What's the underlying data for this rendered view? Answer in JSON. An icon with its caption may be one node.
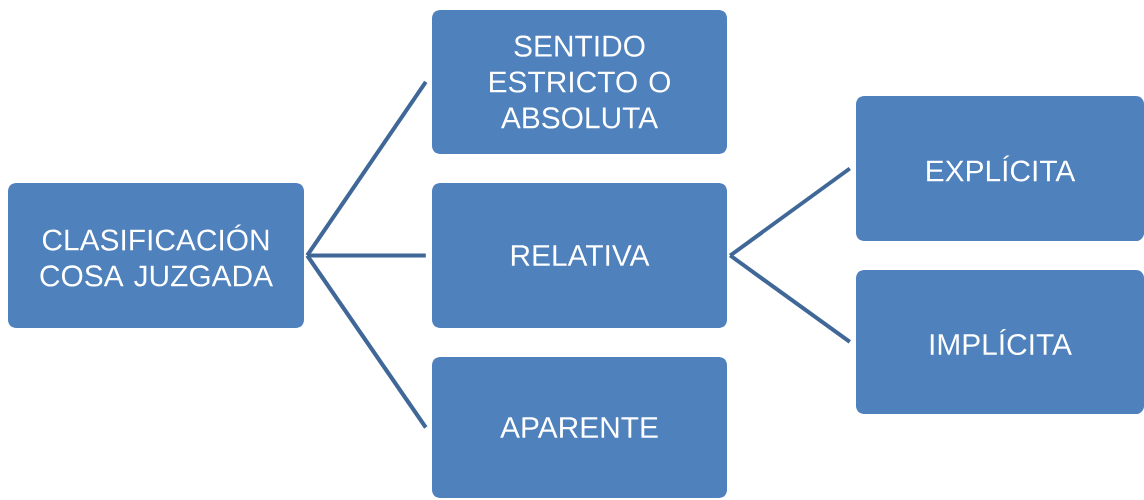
{
  "diagram": {
    "nodes": [
      {
        "text": [
          "CLASIFICACIÓN COSA JUZGADA"
        ]
      },
      {
        "text": [
          "SENTIDO ESTRICTO O ABSOLUTA"
        ]
      },
      {
        "text": [
          "RELATIVA"
        ]
      },
      {
        "text": [
          "APARENTE"
        ]
      },
      {
        "text": [
          "EXPLÍCITA"
        ]
      },
      {
        "text": [
          "IMPLÍCITA"
        ]
      }
    ],
    "edges": [
      {
        "from": 0,
        "to": 1,
        "arrow": "none"
      },
      {
        "from": 0,
        "to": 2,
        "arrow": "none"
      },
      {
        "from": 0,
        "to": 3,
        "arrow": "none"
      },
      {
        "from": 2,
        "to": 4,
        "arrow": "none"
      },
      {
        "from": 2,
        "to": 5,
        "arrow": "none"
      }
    ]
  }
}
